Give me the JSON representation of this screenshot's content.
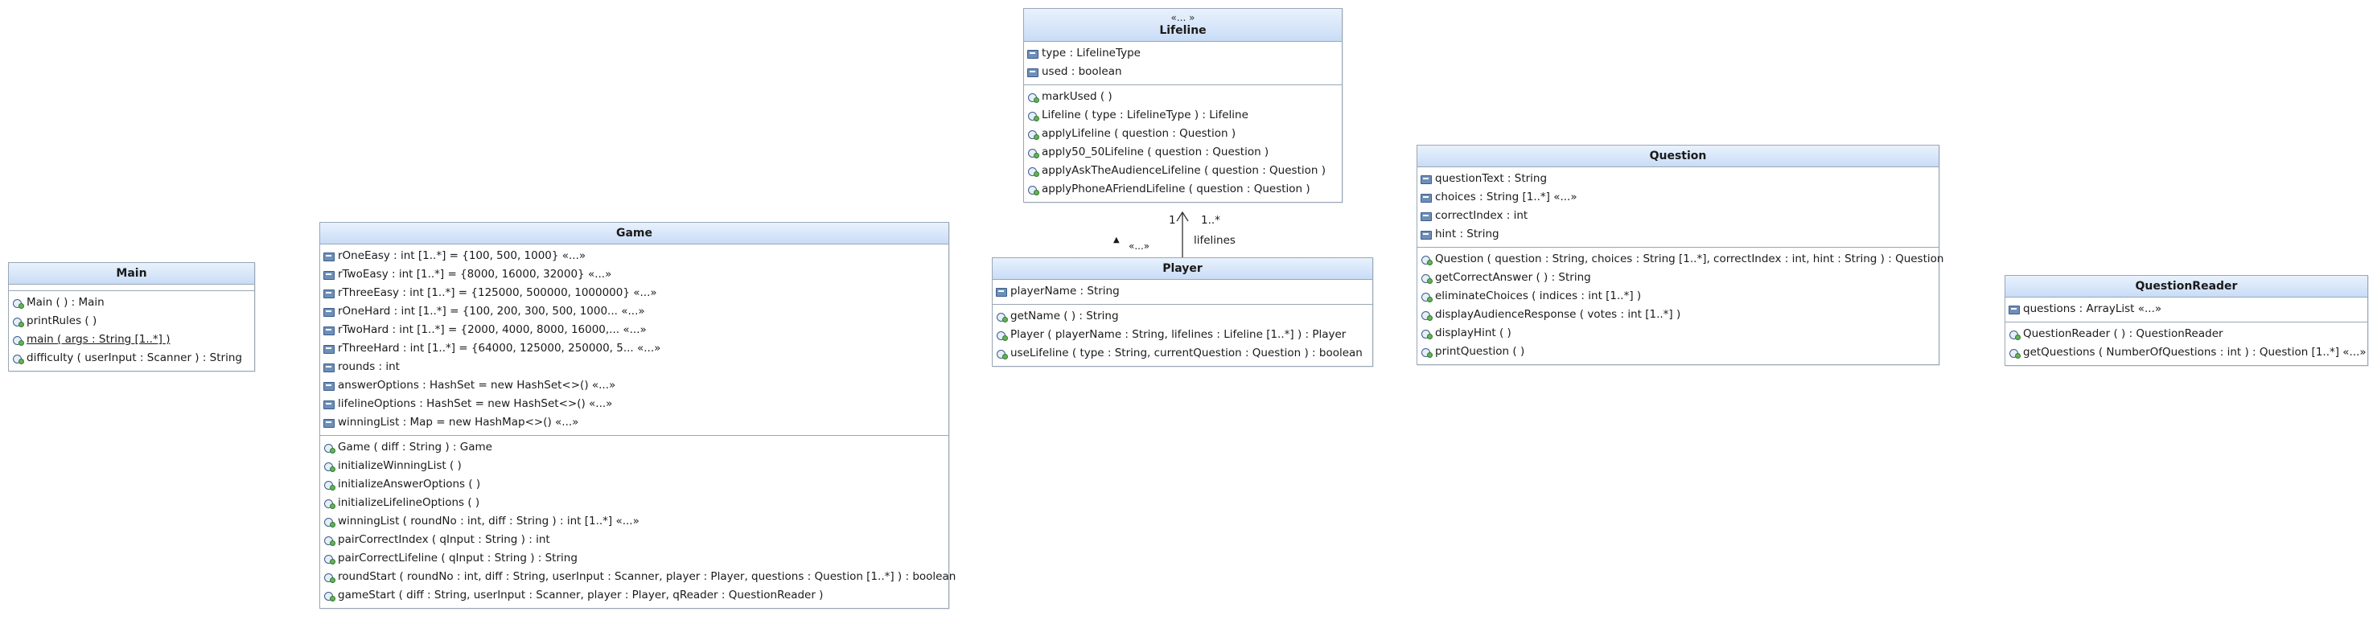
{
  "classes": {
    "main": {
      "title": "Main",
      "attributes": [],
      "operations": [
        {
          "text": "Main ( ) : Main"
        },
        {
          "text": "printRules ( )"
        },
        {
          "text": "main ( args : String [1..*] )",
          "static": true
        },
        {
          "text": "difficulty ( userInput : Scanner ) : String"
        }
      ]
    },
    "game": {
      "title": "Game",
      "attributes": [
        {
          "text": "rOneEasy : int [1..*] = {100, 500, 1000} «...»"
        },
        {
          "text": "rTwoEasy : int [1..*] = {8000, 16000, 32000} «...»"
        },
        {
          "text": "rThreeEasy : int [1..*] = {125000, 500000, 1000000} «...»"
        },
        {
          "text": "rOneHard : int [1..*] = {100, 200, 300, 500, 1000... «...»"
        },
        {
          "text": "rTwoHard : int [1..*] = {2000, 4000, 8000, 16000,... «...»"
        },
        {
          "text": "rThreeHard : int [1..*] = {64000, 125000, 250000, 5... «...»"
        },
        {
          "text": "rounds : int"
        },
        {
          "text": "answerOptions : HashSet = new HashSet<>() «...»"
        },
        {
          "text": "lifelineOptions : HashSet = new HashSet<>() «...»"
        },
        {
          "text": "winningList : Map = new HashMap<>() «...»"
        }
      ],
      "operations": [
        {
          "text": "Game ( diff : String ) : Game"
        },
        {
          "text": "initializeWinningList ( )"
        },
        {
          "text": "initializeAnswerOptions ( )"
        },
        {
          "text": "initializeLifelineOptions ( )"
        },
        {
          "text": "winningList ( roundNo : int, diff : String ) : int [1..*] «...»"
        },
        {
          "text": "pairCorrectIndex ( qInput : String ) : int"
        },
        {
          "text": "pairCorrectLifeline ( qInput : String ) : String"
        },
        {
          "text": "roundStart ( roundNo : int, diff : String, userInput : Scanner, player : Player, questions : Question [1..*] ) : boolean"
        },
        {
          "text": "gameStart ( diff : String, userInput : Scanner, player : Player, qReader : QuestionReader )"
        }
      ]
    },
    "lifeline": {
      "stereotype": "«... »",
      "title": "Lifeline",
      "attributes": [
        {
          "text": "type : LifelineType"
        },
        {
          "text": "used : boolean"
        }
      ],
      "operations": [
        {
          "text": "markUsed ( )"
        },
        {
          "text": "Lifeline ( type : LifelineType ) : Lifeline"
        },
        {
          "text": "applyLifeline ( question : Question )"
        },
        {
          "text": "apply50_50Lifeline ( question : Question )"
        },
        {
          "text": "applyAskTheAudienceLifeline ( question : Question )"
        },
        {
          "text": "applyPhoneAFriendLifeline ( question : Question )"
        }
      ]
    },
    "player": {
      "title": "Player",
      "attributes": [
        {
          "text": "playerName : String"
        }
      ],
      "operations": [
        {
          "text": "getName ( ) : String"
        },
        {
          "text": "Player ( playerName : String, lifelines : Lifeline [1..*] ) : Player"
        },
        {
          "text": "useLifeline ( type : String, currentQuestion : Question ) : boolean"
        }
      ]
    },
    "question": {
      "title": "Question",
      "attributes": [
        {
          "text": "questionText : String"
        },
        {
          "text": "choices : String [1..*] «...»"
        },
        {
          "text": "correctIndex : int"
        },
        {
          "text": "hint : String"
        }
      ],
      "operations": [
        {
          "text": "Question ( question : String, choices : String [1..*], correctIndex : int, hint : String ) : Question"
        },
        {
          "text": "getCorrectAnswer ( ) : String"
        },
        {
          "text": "eliminateChoices ( indices : int [1..*] )"
        },
        {
          "text": "displayAudienceResponse ( votes : int [1..*] )"
        },
        {
          "text": "displayHint ( )"
        },
        {
          "text": "printQuestion ( )"
        }
      ]
    },
    "questionreader": {
      "title": "QuestionReader",
      "attributes": [
        {
          "text": "questions : ArrayList «...»"
        }
      ],
      "operations": [
        {
          "text": "QuestionReader ( ) : QuestionReader"
        },
        {
          "text": "getQuestions ( NumberOfQuestions : int ) : Question [1..*] «...»"
        }
      ]
    }
  },
  "association": {
    "source_multiplicity": "1",
    "target_multiplicity": "1..*",
    "role": "lifelines",
    "name": "«...»",
    "direction_glyph": "▲"
  }
}
